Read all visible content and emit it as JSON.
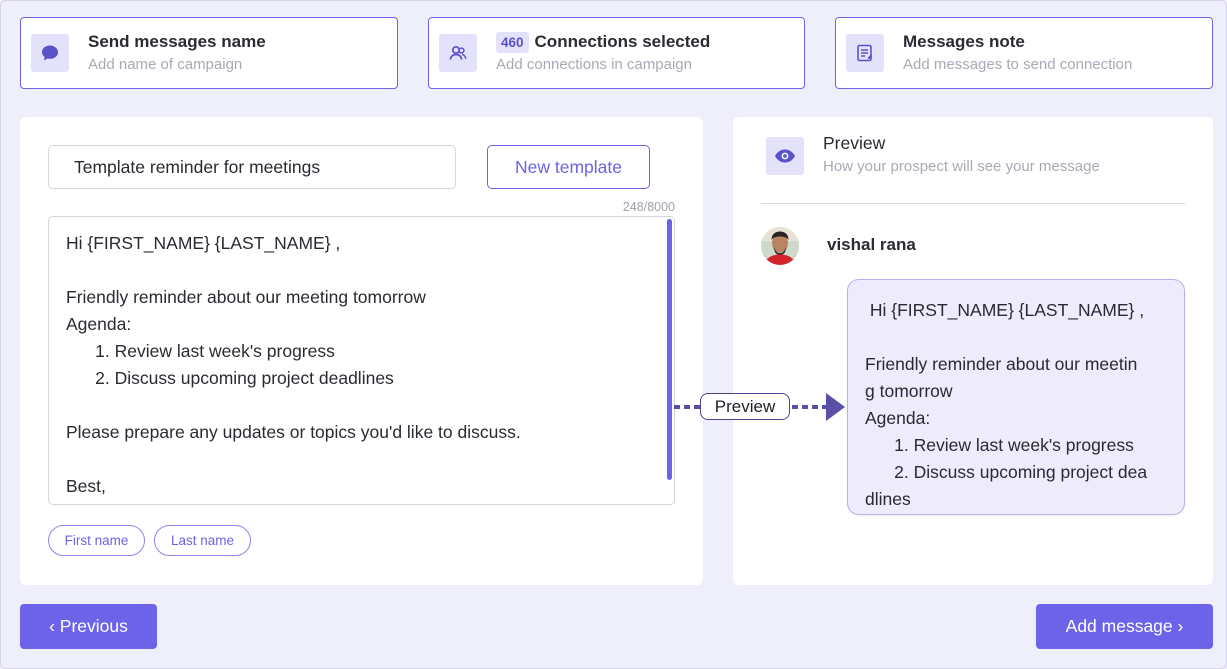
{
  "steps": [
    {
      "title": "Send messages name",
      "subtitle": "Add name of campaign",
      "icon": "chat-bubble-icon"
    },
    {
      "badge": "460",
      "title": "Connections selected",
      "subtitle": "Add connections in campaign",
      "icon": "users-icon"
    },
    {
      "title": "Messages note",
      "subtitle": "Add messages to send connection",
      "icon": "note-icon"
    }
  ],
  "editor": {
    "template_name": "Template reminder for meetings",
    "new_template_label": "New template",
    "counter": "248/8000",
    "body": "Hi {FIRST_NAME} {LAST_NAME} ,\n\nFriendly reminder about our meeting tomorrow\nAgenda:\n      1. Review last week's progress\n      2. Discuss upcoming project deadlines\n\nPlease prepare any updates or topics you'd like to discuss.\n\nBest,\n[Your Name]",
    "chips": [
      "First name",
      "Last name"
    ]
  },
  "preview": {
    "title": "Preview",
    "subtitle": "How your prospect will see your message",
    "recipient": "vishal rana",
    "body": " Hi {FIRST_NAME} {LAST_NAME} ,\n\nFriendly reminder about our meetin\ng tomorrow\nAgenda:\n      1. Review last week's progress\n      2. Discuss upcoming project dea\ndlines"
  },
  "connector_label": "Preview",
  "nav": {
    "previous_label": "‹  Previous",
    "next_label": "Add message  ›"
  },
  "colors": {
    "accent": "#6d63e8",
    "background": "#efeefb",
    "icon_bg": "#e4e2fb"
  }
}
